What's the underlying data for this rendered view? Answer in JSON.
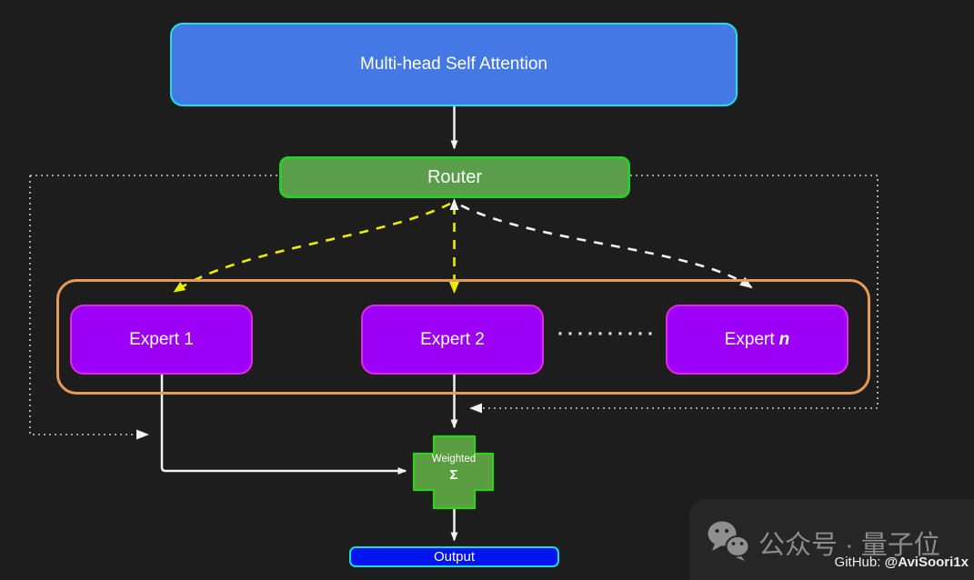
{
  "colors": {
    "background": "#1d1d1e",
    "attention_fill": "#4478e4",
    "attention_border": "#22dfe8",
    "router_fill": "#5a9e4c",
    "router_border": "#2bcb2b",
    "expert_fill": "#9d00f7",
    "expert_border": "#e02ce0",
    "experts_group_border": "#e59a57",
    "sum_fill": "#5a9e41",
    "sum_border": "#2bd41b",
    "output_fill": "#0014f0",
    "output_border": "#20d8d8",
    "edge_white": "#f2f2f2",
    "edge_yellow": "#eded00",
    "dotted_line": "#cfcfcf",
    "watermark_panel": "#262626",
    "watermark_text": "#8d8d8d",
    "github_text": "#ededed"
  },
  "nodes": {
    "attention": "Multi-head Self Attention",
    "router": "Router",
    "expert1": "Expert 1",
    "expert2": "Expert 2",
    "expertN_prefix": "Expert",
    "expertN_var": "n",
    "ellipsis": "··········",
    "sum_line1": "Weighted",
    "sum_line2": "Σ",
    "output": "Output"
  },
  "watermark": {
    "icon": "wechat-icon",
    "account": "公众号 · 量子位",
    "github_label": "GitHub: ",
    "github_handle": "@AviSoori1x"
  }
}
